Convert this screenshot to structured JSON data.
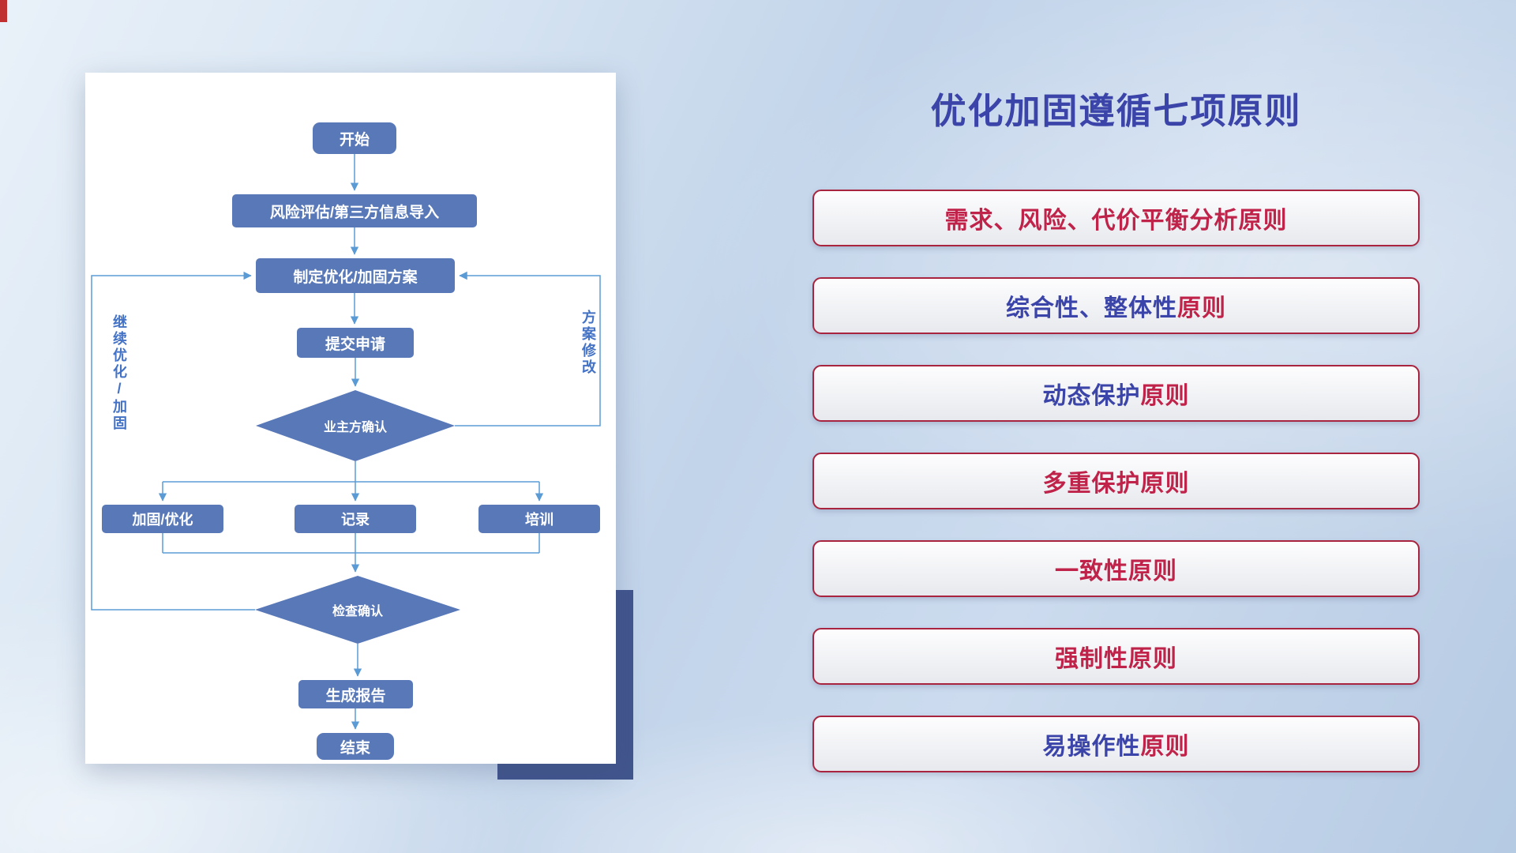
{
  "colors": {
    "title": "#3B44A8",
    "indigo": "#3B44A8",
    "red": "#C0234A",
    "box_border": "#A8243F",
    "node": "#5878B8",
    "line": "#5B9BD5",
    "side_label": "#4472C4",
    "accent_block": "#42568E",
    "corner_mark": "#C03030"
  },
  "panel": {
    "title": "优化加固遵循七项原则"
  },
  "principles": [
    {
      "segments": [
        {
          "text": "需求、风险、代价平衡分析原则",
          "color": "#C0234A"
        }
      ]
    },
    {
      "segments": [
        {
          "text": "综合性、整体性",
          "color": "#3B44A8"
        },
        {
          "text": "原则",
          "color": "#C0234A"
        }
      ]
    },
    {
      "segments": [
        {
          "text": "动态保护",
          "color": "#3B44A8"
        },
        {
          "text": "原则",
          "color": "#C0234A"
        }
      ]
    },
    {
      "segments": [
        {
          "text": "多重保护原则",
          "color": "#C0234A"
        }
      ]
    },
    {
      "segments": [
        {
          "text": "一致性原则",
          "color": "#C0234A"
        }
      ]
    },
    {
      "segments": [
        {
          "text": "强制性原则",
          "color": "#C0234A"
        }
      ]
    },
    {
      "segments": [
        {
          "text": "易操作性",
          "color": "#3B44A8"
        },
        {
          "text": "原则",
          "color": "#C0234A"
        }
      ]
    }
  ],
  "flowchart": {
    "nodes": {
      "start": "开始",
      "risk": "风险评估/第三方信息导入",
      "plan": "制定优化/加固方案",
      "submit": "提交申请",
      "owner_confirm": "业主方确认",
      "harden": "加固/优化",
      "record": "记录",
      "training": "培训",
      "check_confirm": "检查确认",
      "report": "生成报告",
      "end": "结束"
    },
    "side_labels": {
      "left": "继续优化/加固",
      "right": "方案修改"
    }
  }
}
